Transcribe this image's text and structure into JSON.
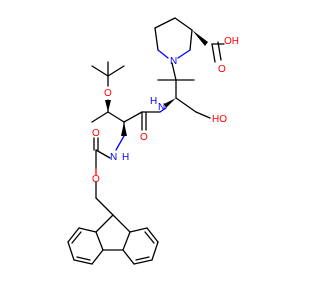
{
  "molecule": {
    "atoms": {
      "o_acid": "O",
      "oh_acid": "OH",
      "n_pro": "N",
      "n_amide": "N",
      "h_amide": "H",
      "oh_ser": "HO",
      "o_tbu": "O",
      "o_amide": "O",
      "n_carb": "N",
      "h_carb": "H",
      "o_carb_keto": "O",
      "o_carb_ester": "O"
    }
  },
  "colors": {
    "carbon": "#000000",
    "oxygen": "#ff0000",
    "nitrogen": "#0000ff",
    "background": "#ffffff"
  }
}
